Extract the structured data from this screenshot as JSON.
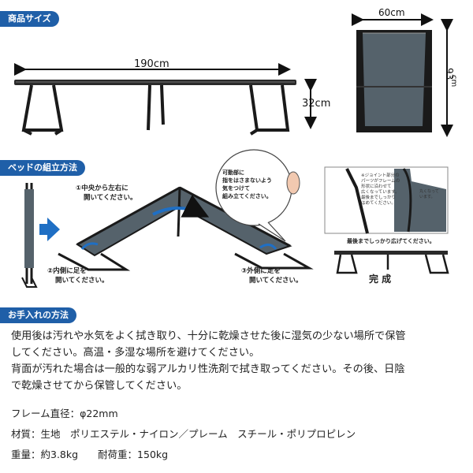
{
  "sections": {
    "size_title": "商品サイズ",
    "assembly_title": "ベッドの組立方法",
    "care_title": "お手入れの方法"
  },
  "dimensions": {
    "length": "190cm",
    "height": "32cm",
    "width": "60cm",
    "depth_num": "93",
    "depth_unit": "cm"
  },
  "assembly": {
    "step1_line1": "①中央から左右に",
    "step1_line2": "開いてください。",
    "step2_line1": "②内側に足を",
    "step2_line2": "開いてください。",
    "step3_line1": "③外側に足を",
    "step3_line2": "開いてください。",
    "caution_lines": [
      "可動部に",
      "指をはさまないよう",
      "気をつけて",
      "組み立てください。"
    ],
    "joint_note_lines": [
      "※ジョイント部分の",
      "パーツがフレームの",
      "形状に沿わせて",
      "広くなっています。",
      "最後までしっかり",
      "はめてください。"
    ],
    "zoom_label_lines": [
      "丸くなって",
      "います。"
    ],
    "final_caption": "最後までしっかり広げてください。",
    "done": "完 成"
  },
  "care": {
    "lines": [
      "使用後は汚れや水気をよく拭き取り、十分に乾燥させた後に湿気の少ない場所で保管",
      "してください。高温・多湿な場所を避けてください。",
      "背面が汚れた場合は一般的な弱アルカリ性洗剤で拭き取ってください。その後、日陰",
      "で乾燥させてから保管してください。"
    ]
  },
  "specs": {
    "frame": "フレーム直径：φ22mm",
    "material": "材質：生地　ポリエステル・ナイロン／プレーム　スチール・ポリプロピレン",
    "weight": "重量：約3.8kg　　耐荷重：150kg"
  },
  "colors": {
    "accent": "#1f5fa8",
    "fabric": "#55626b",
    "frame": "#1a1a1a",
    "arrow_blue": "#1f6fc4"
  }
}
